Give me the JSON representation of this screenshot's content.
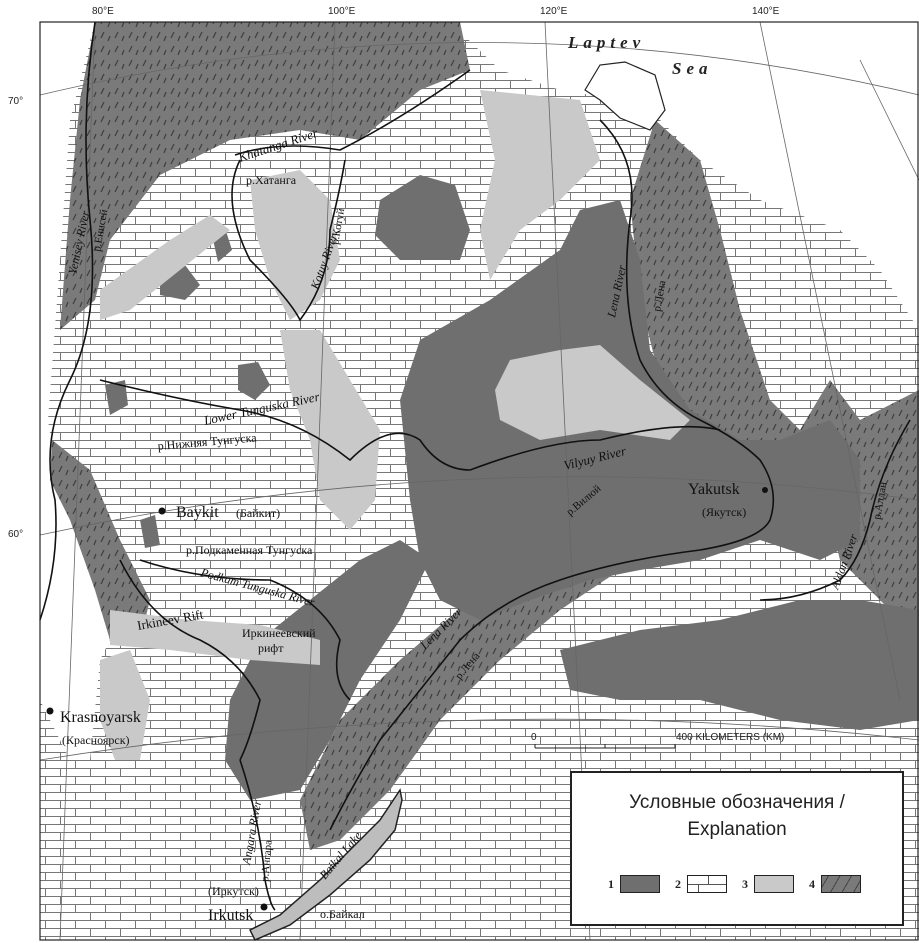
{
  "coordinates": {
    "lon_80": "80°E",
    "lon_100": "100°E",
    "lon_120": "120°E",
    "lon_140": "140°E",
    "lat_70": "70°",
    "lat_60": "60°"
  },
  "seas": {
    "laptev_1": "Laptev",
    "laptev_2": "Sea"
  },
  "rivers": {
    "khatanga_en": "Khatanga River",
    "khatanga_ru": "р.Хатанга",
    "yenisey_en": "Yenisey River",
    "yenisey_ru": "р.Енисей",
    "kotuy_en": "Kotuy River",
    "kotuy_ru": "р.Котуй",
    "lena_en_north": "Lena River",
    "lena_ru_north": "р.Лена",
    "lower_tunguska_en": "Lower Tunguska River",
    "lower_tunguska_ru": "р.Нижняя Тунгуска",
    "vilyuy_en": "Vilyuy River",
    "vilyuy_ru": "р.Вилюй",
    "podkam_ru": "р.Подкаменная Тунгуска",
    "podkam_en": "Podkam Tunguska River",
    "lena_en_south": "Lena River",
    "lena_ru_south": "р.Лена",
    "aldan_en": "Aldan River",
    "aldan_ru": "р.Алдан",
    "angara_en": "Angara River",
    "angara_ru": "р.Ангара",
    "baikal_en": "Baikal Lake",
    "baikal_ru": "о.Байкал"
  },
  "features": {
    "irkineev_en": "Irkineev Rift",
    "irkineev_ru_1": "Иркинеевский",
    "irkineev_ru_2": "рифт"
  },
  "cities": {
    "yakutsk_en": "Yakutsk",
    "yakutsk_ru": "(Якутск)",
    "baykit_en": "Baykit",
    "baykit_ru": "(Байкит)",
    "krasnoyarsk_en": "Krasnoyarsk",
    "krasnoyarsk_ru": "(Красноярск)",
    "irkutsk_en": "Irkutsk",
    "irkutsk_ru": "(Иркутск)"
  },
  "scale_bar": {
    "zero": "0",
    "label": "400 KILOMETERS (KM)"
  },
  "legend": {
    "title_line1": "Условные обозначения /",
    "title_line2": "Explanation",
    "items": [
      {
        "num": "1",
        "pattern": "dark-gray-fill"
      },
      {
        "num": "2",
        "pattern": "brick-pattern"
      },
      {
        "num": "3",
        "pattern": "light-gray-fill"
      },
      {
        "num": "4",
        "pattern": "hatched-dark-fill"
      }
    ]
  },
  "colors": {
    "unit1": "#6f6f6f",
    "unit2_bg": "#ffffff",
    "unit3": "#c9c9c9",
    "unit4": "#7a7a7a"
  }
}
